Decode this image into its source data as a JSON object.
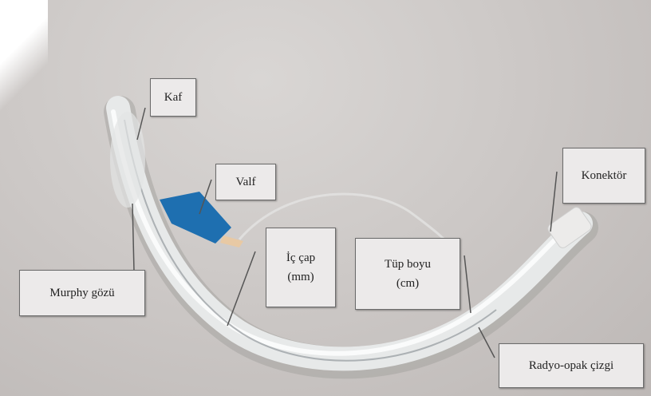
{
  "labels": {
    "kaf": "Kaf",
    "valf": "Valf",
    "konektor": "Konektör",
    "murphy": "Murphy gözü",
    "ic_cap": {
      "line1": "İç çap",
      "line2": "(mm)"
    },
    "tup_boyu": {
      "line1": "Tüp boyu",
      "line2": "(cm)"
    },
    "radyo": "Radyo-opak çizgi"
  },
  "colors": {
    "background": "#cdc9c7",
    "tube": "#e6e8e8",
    "valve": "#1e6fb0",
    "label_bg": "#eceaea"
  }
}
